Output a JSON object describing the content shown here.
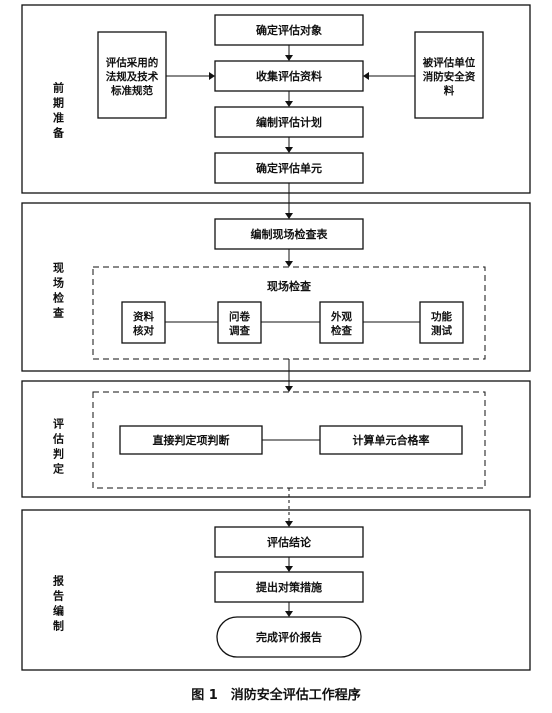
{
  "stages": {
    "prep": "前期准备",
    "site": "现场检查",
    "judge": "评估判定",
    "report": "报告编制"
  },
  "prep": {
    "determine_object": "确定评估对象",
    "collect_data": "收集评估资料",
    "make_plan": "编制评估计划",
    "determine_unit": "确定评估单元",
    "laws_line1": "评估采用的",
    "laws_line2": "法规及技术",
    "laws_line3": "标准规范",
    "unit_data_line1": "被评估单位",
    "unit_data_line2": "消防安全资",
    "unit_data_line3": "料"
  },
  "site": {
    "make_checklist": "编制现场检查表",
    "onsite_title": "现场检查",
    "items": [
      {
        "line1": "资料",
        "line2": "核对"
      },
      {
        "line1": "问卷",
        "line2": "调查"
      },
      {
        "line1": "外观",
        "line2": "检查"
      },
      {
        "line1": "功能",
        "line2": "测试"
      }
    ]
  },
  "judge": {
    "direct": "直接判定项判断",
    "calc": "计算单元合格率"
  },
  "report": {
    "conclusion": "评估结论",
    "measures": "提出对策措施",
    "complete": "完成评价报告"
  },
  "caption": "图 1　消防安全评估工作程序"
}
